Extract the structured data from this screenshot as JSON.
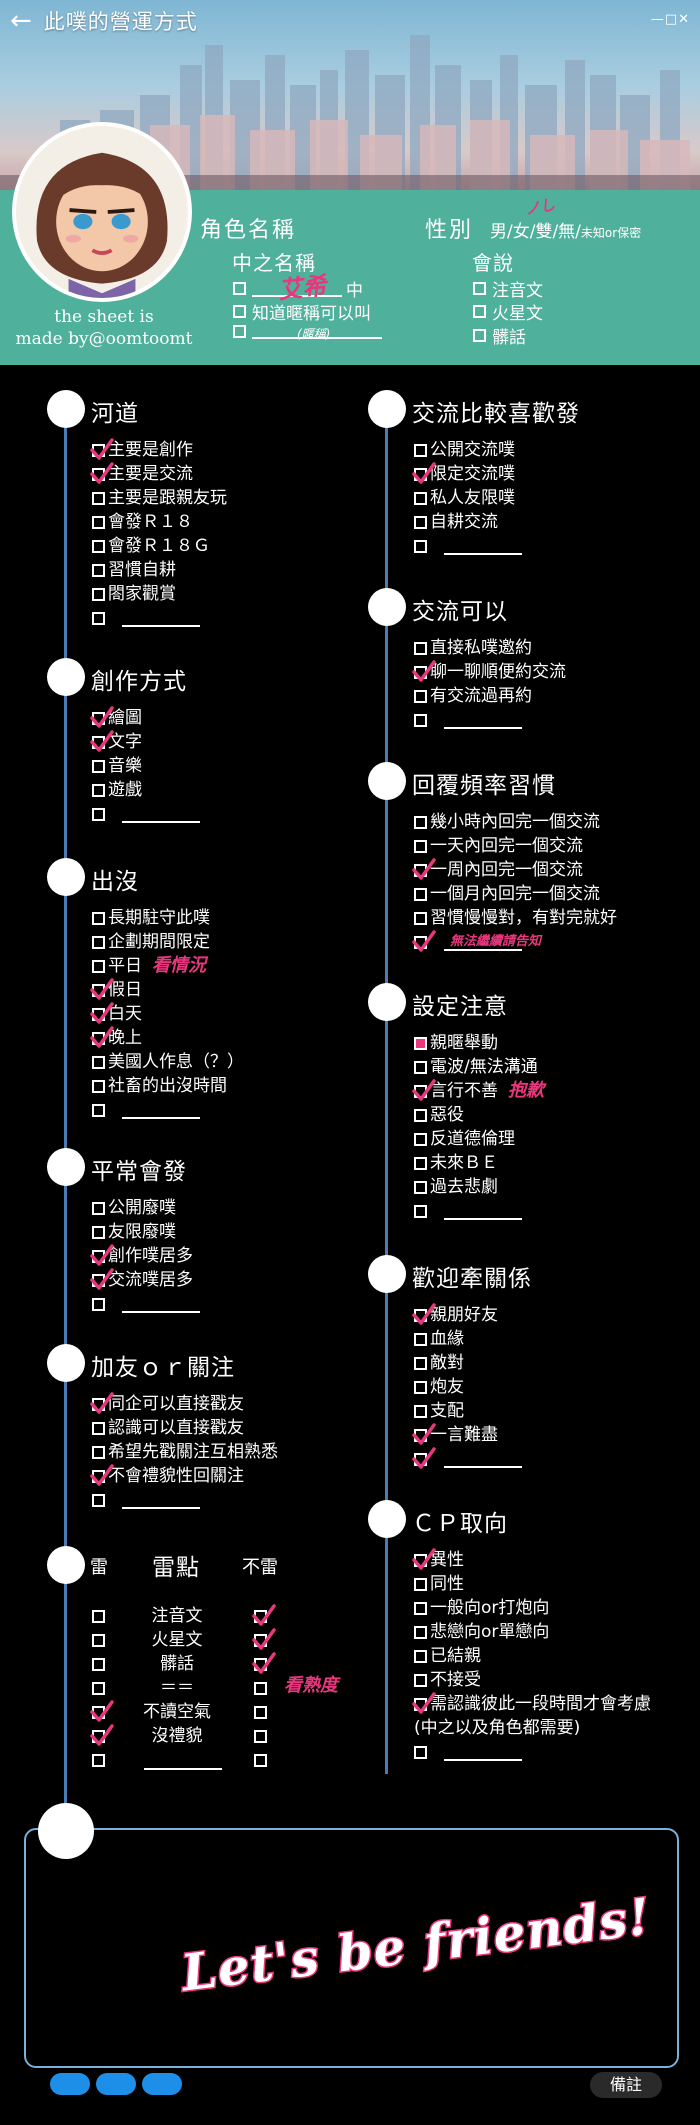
{
  "window": {
    "title": "此噗的營運方式",
    "controls": "—□✕"
  },
  "profile": {
    "credit_line1": "the sheet is",
    "credit_line2": "made by@oomtoomt",
    "role_name_label": "角色名稱",
    "gender_label": "性別",
    "gender_options": "男/女/雙/無/",
    "gender_unknown": "未知or保密",
    "nickname_label": "中之名稱",
    "nickname_option1_suffix": "中",
    "nickname_option2": "知道暱稱可以叫",
    "nickname_option3_hint": "(暱稱)",
    "nickname_handwritten": "艾希",
    "language_label": "會說",
    "languages": [
      "注音文",
      "火星文",
      "髒話"
    ]
  },
  "left_sections": [
    {
      "title": "河道",
      "items": [
        {
          "label": "主要是創作",
          "checked": true
        },
        {
          "label": "主要是交流",
          "checked": true
        },
        {
          "label": "主要是跟親友玩",
          "checked": false
        },
        {
          "label": "會發Ｒ１８",
          "checked": false
        },
        {
          "label": "會發Ｒ１８Ｇ",
          "checked": false
        },
        {
          "label": "習慣自耕",
          "checked": false
        },
        {
          "label": "閤家觀賞",
          "checked": false
        },
        {
          "label": "",
          "checked": false,
          "blank": true
        }
      ]
    },
    {
      "title": "創作方式",
      "items": [
        {
          "label": "繪圖",
          "checked": true
        },
        {
          "label": "文字",
          "checked": true
        },
        {
          "label": "音樂",
          "checked": false
        },
        {
          "label": "遊戲",
          "checked": false
        },
        {
          "label": "",
          "checked": false,
          "blank": true
        }
      ]
    },
    {
      "title": "出沒",
      "items": [
        {
          "label": "長期駐守此噗",
          "checked": false
        },
        {
          "label": "企劃期間限定",
          "checked": false
        },
        {
          "label": "平日",
          "checked": false,
          "annotation": "看情況"
        },
        {
          "label": "假日",
          "checked": true
        },
        {
          "label": "白天",
          "checked": true
        },
        {
          "label": "晚上",
          "checked": true
        },
        {
          "label": "美國人作息（？）",
          "checked": false
        },
        {
          "label": "社畜的出沒時間",
          "checked": false
        },
        {
          "label": "",
          "checked": false,
          "blank": true
        }
      ]
    },
    {
      "title": "平常會發",
      "items": [
        {
          "label": "公開廢噗",
          "checked": false
        },
        {
          "label": "友限廢噗",
          "checked": false
        },
        {
          "label": "創作噗居多",
          "checked": true
        },
        {
          "label": "交流噗居多",
          "checked": true
        },
        {
          "label": "",
          "checked": false,
          "blank": true
        }
      ]
    },
    {
      "title": "加友ｏｒ關注",
      "items": [
        {
          "label": "同企可以直接戳友",
          "checked": true
        },
        {
          "label": "認識可以直接戳友",
          "checked": false
        },
        {
          "label": "希望先戳關注互相熟悉",
          "checked": false
        },
        {
          "label": "不會禮貌性回關注",
          "checked": true
        },
        {
          "label": "",
          "checked": false,
          "blank": true
        }
      ]
    }
  ],
  "thunder": {
    "left_head": "雷",
    "title": "雷點",
    "right_head": "不雷",
    "rows": [
      {
        "label": "注音文",
        "thunder": false,
        "ok": true
      },
      {
        "label": "火星文",
        "thunder": false,
        "ok": true
      },
      {
        "label": "髒話",
        "thunder": false,
        "ok": true
      },
      {
        "label": "＝＝",
        "thunder": false,
        "ok": false,
        "annotation": "看熟度"
      },
      {
        "label": "不讀空氣",
        "thunder": true,
        "ok": false
      },
      {
        "label": "沒禮貌",
        "thunder": true,
        "ok": false
      },
      {
        "label": "",
        "thunder": false,
        "ok": false,
        "blank": true
      }
    ]
  },
  "right_sections": [
    {
      "title": "交流比較喜歡發",
      "items": [
        {
          "label": "公開交流噗",
          "checked": false
        },
        {
          "label": "限定交流噗",
          "checked": true
        },
        {
          "label": "私人友限噗",
          "checked": false
        },
        {
          "label": "自耕交流",
          "checked": false
        },
        {
          "label": "",
          "checked": false,
          "blank": true
        }
      ]
    },
    {
      "title": "交流可以",
      "items": [
        {
          "label": "直接私噗邀約",
          "checked": false
        },
        {
          "label": "聊一聊順便約交流",
          "checked": true
        },
        {
          "label": "有交流過再約",
          "checked": false
        },
        {
          "label": "",
          "checked": false,
          "blank": true
        }
      ]
    },
    {
      "title": "回覆頻率習慣",
      "items": [
        {
          "label": "幾小時內回完一個交流",
          "checked": false
        },
        {
          "label": "一天內回完一個交流",
          "checked": false
        },
        {
          "label": "一周內回完一個交流",
          "checked": true
        },
        {
          "label": "一個月內回完一個交流",
          "checked": false
        },
        {
          "label": "習慣慢慢對，有對完就好",
          "checked": false
        },
        {
          "label": "",
          "checked": true,
          "blank": true,
          "annotation": "無法繼續請告知"
        }
      ]
    },
    {
      "title": "設定注意",
      "items": [
        {
          "label": "親暱舉動",
          "checked": false,
          "pink": true
        },
        {
          "label": "電波/無法溝通",
          "checked": false
        },
        {
          "label": "言行不善",
          "checked": true,
          "annotation": "抱歉"
        },
        {
          "label": "惡役",
          "checked": false
        },
        {
          "label": "反道德倫理",
          "checked": false
        },
        {
          "label": "未來ＢＥ",
          "checked": false
        },
        {
          "label": "過去悲劇",
          "checked": false
        },
        {
          "label": "",
          "checked": false,
          "blank": true
        }
      ]
    },
    {
      "title": "歡迎牽關係",
      "items": [
        {
          "label": "親朋好友",
          "checked": true
        },
        {
          "label": "血緣",
          "checked": false
        },
        {
          "label": "敵對",
          "checked": false
        },
        {
          "label": "炮友",
          "checked": false
        },
        {
          "label": "支配",
          "checked": false
        },
        {
          "label": "一言難盡",
          "checked": true
        },
        {
          "label": "",
          "checked": true,
          "blank": true
        }
      ]
    },
    {
      "title": "ＣＰ取向",
      "items": [
        {
          "label": "異性",
          "checked": true
        },
        {
          "label": "同性",
          "checked": false
        },
        {
          "label": "一般向or打炮向",
          "checked": false
        },
        {
          "label": "悲戀向or單戀向",
          "checked": false
        },
        {
          "label": "已結親",
          "checked": false
        },
        {
          "label": "不接受",
          "checked": false
        },
        {
          "label": "需認識彼此一段時間才會考慮",
          "checked": true
        },
        {
          "label": "(中之以及角色都需要)",
          "checked": false,
          "nobox": true
        },
        {
          "label": "",
          "checked": false,
          "blank": true
        }
      ]
    }
  ],
  "footer": {
    "script_text": "Let's be friends!",
    "notes_button": "備註"
  },
  "colors": {
    "accent_pink": "#e8377d",
    "teal": "#4fb09c",
    "timeline_blue": "#4a7db8",
    "pill_blue": "#1d8fe8"
  }
}
